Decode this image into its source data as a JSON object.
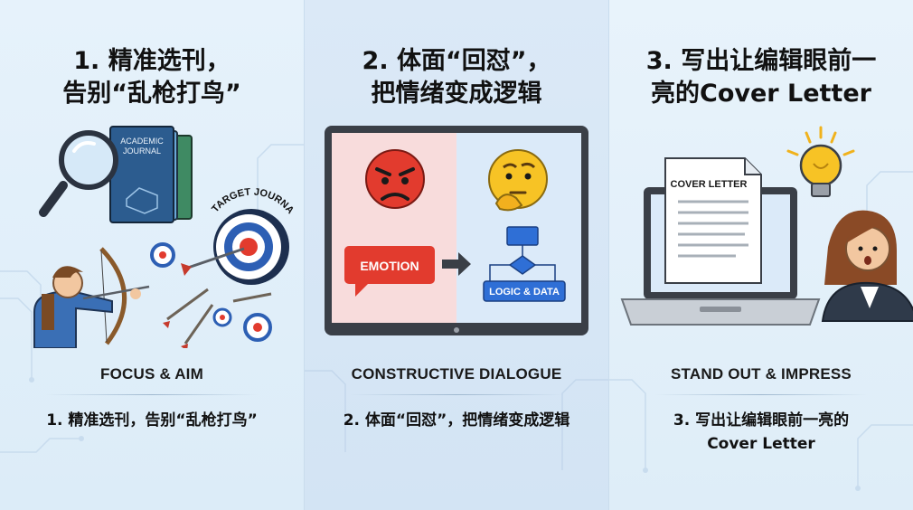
{
  "panels": [
    {
      "title_lines": [
        "1. 精准选刊，",
        "告别“乱枪打鸟”"
      ],
      "art": {
        "journal_label_1": "ACADEMIC",
        "journal_label_2": "JOURNAL",
        "target_label": "TARGET JOURNAL"
      },
      "caption": "FOCUS & AIM",
      "subtitle_lines": [
        "1. 精准选刊，告别“乱枪打鸟”"
      ]
    },
    {
      "title_lines": [
        "2. 体面“回怼”，",
        "把情绪变成逻辑"
      ],
      "art": {
        "emotion_label": "EMOTION",
        "logic_label": "LOGIC & DATA"
      },
      "caption": "CONSTRUCTIVE DIALOGUE",
      "subtitle_lines": [
        "2. 体面“回怼”，把情绪变成逻辑"
      ]
    },
    {
      "title_lines": [
        "3. 写出让编辑眼前一",
        "亮的Cover Letter"
      ],
      "art": {
        "letter_label": "COVER LETTER"
      },
      "caption": "STAND OUT & IMPRESS",
      "subtitle_lines": [
        "3. 写出让编辑眼前一亮的",
        "Cover Letter"
      ]
    }
  ],
  "colors": {
    "red": "#e23b2e",
    "blue": "#2f6fd6",
    "yellow": "#f7c325",
    "dark": "#3a3f47"
  },
  "icons": [
    "magnifier-icon",
    "journal-icon",
    "target-icon",
    "archer-icon",
    "angry-face-icon",
    "thinking-face-icon",
    "flowchart-icon",
    "laptop-icon",
    "lightbulb-icon",
    "woman-avatar-icon"
  ]
}
